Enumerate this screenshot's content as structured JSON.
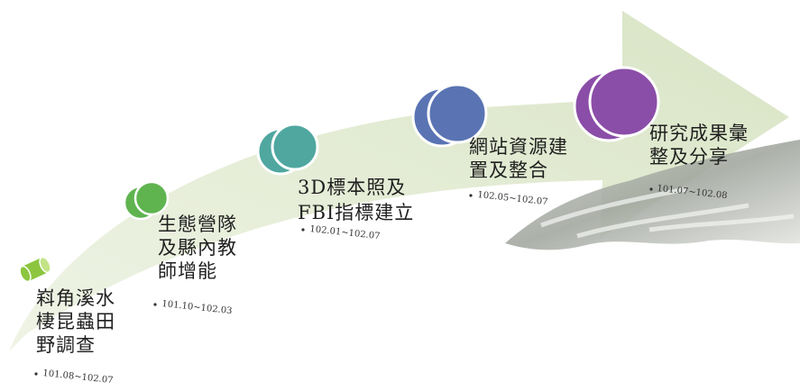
{
  "colors": {
    "arrow_fill": "#dfe8cf",
    "stage1": "#8cc63f",
    "stage2": "#5fb44f",
    "stage3": "#4fa7a0",
    "stage4": "#5a74b3",
    "stage5": "#8b4ea8"
  },
  "stages": [
    {
      "title": "嵙角溪水\n棲昆蟲田\n野調查",
      "date": "101.08~102.07",
      "icon": "green-cylinder-icon"
    },
    {
      "title": "生態營隊\n及縣內教\n師增能",
      "date": "101.10~102.03",
      "icon": "green-circle-icon"
    },
    {
      "title": "3D標本照及\nFBI指標建立",
      "date": "102.01~102.07",
      "icon": "teal-circle-icon"
    },
    {
      "title": "網站資源建\n置及整合",
      "date": "102.05~102.07",
      "icon": "blue-circle-icon"
    },
    {
      "title": "研究成果彙\n整及分享",
      "date": "101.07~102.08",
      "icon": "purple-circle-icon"
    }
  ]
}
